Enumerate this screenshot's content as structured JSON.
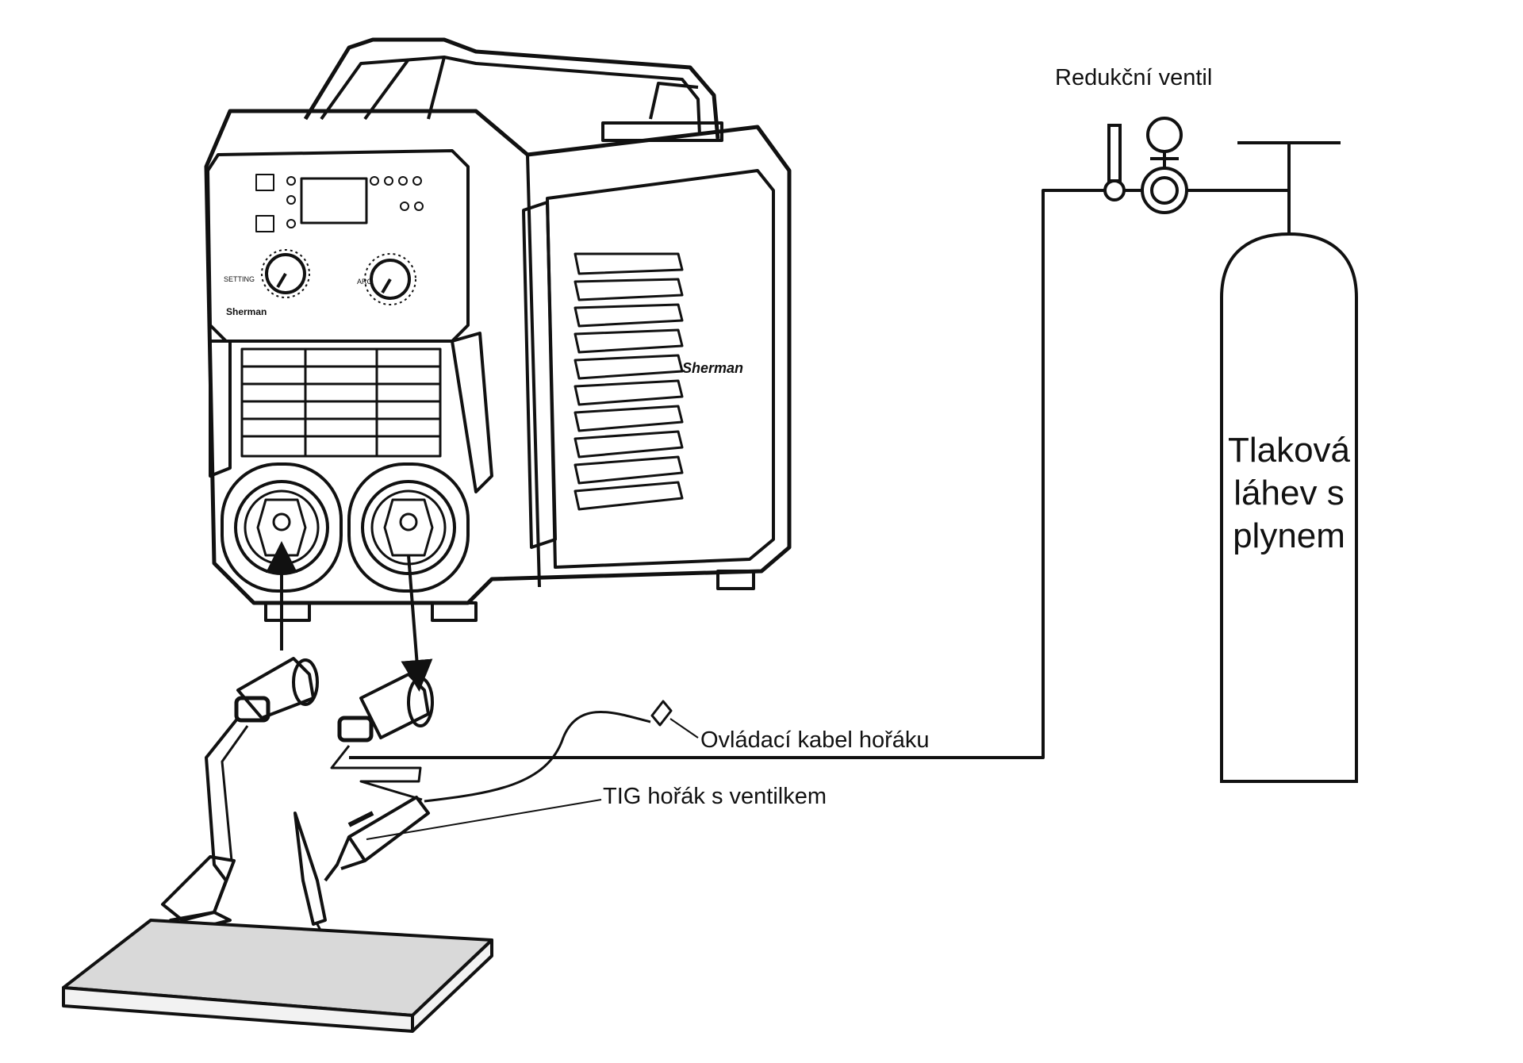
{
  "labels": {
    "regulator": "Redukční ventil",
    "cylinder_line1": "Tlaková",
    "cylinder_line2": "láhev s",
    "cylinder_line3": "plynem",
    "control_cable": "Ovládací kabel hořáku",
    "tig_torch": "TIG hořák s ventilkem"
  },
  "machine": {
    "brand_front": "Sherman",
    "brand_side": "Sherman",
    "knob_left_label": "SETTING",
    "knob_right_label": "ARC"
  },
  "icons": [
    "welder-machine",
    "pressure-regulator-icon",
    "gas-cylinder-icon",
    "tig-torch-icon",
    "ground-clamp-icon",
    "workpiece"
  ],
  "colors": {
    "line": "#111111",
    "background": "#ffffff",
    "workpiece": "#d9d9d9"
  }
}
